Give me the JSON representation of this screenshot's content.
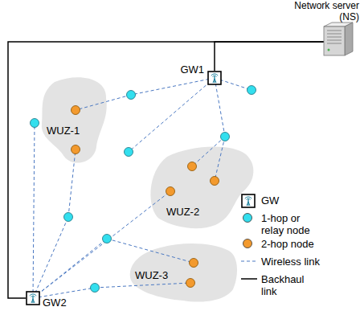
{
  "diagram": {
    "nodes": [
      {
        "text": [
          "Network server (NS)"
        ]
      },
      {
        "text": [
          "GW1"
        ]
      },
      {
        "text": [
          "WUZ-1"
        ]
      },
      {
        "text": [
          "WUZ-2"
        ]
      },
      {
        "text": [
          "WUZ-3"
        ]
      },
      {
        "text": [
          "GW2"
        ]
      }
    ],
    "edges": [
      {
        "from": 0,
        "to": 1,
        "arrow": "none"
      },
      {
        "from": 0,
        "to": 5,
        "arrow": "none"
      }
    ],
    "legend": [
      {
        "text": "GW"
      },
      {
        "text": "1-hop or relay node",
        "color": "#33dfee"
      },
      {
        "text": "2-hop node",
        "color": "#f39a2e"
      },
      {
        "text": "Wireless link"
      },
      {
        "text": "Backhaul link"
      }
    ]
  }
}
